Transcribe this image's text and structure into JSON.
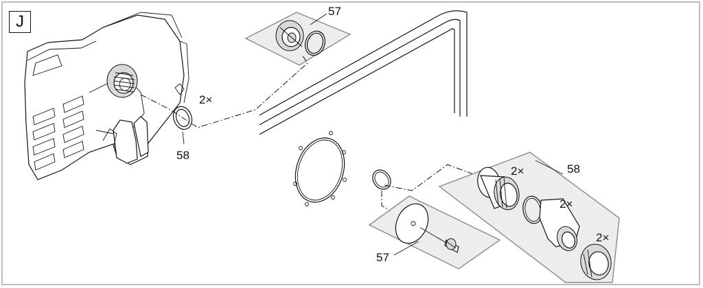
{
  "section_letter": "J",
  "callouts": {
    "top_seal_kit": "57",
    "left_ring": "58",
    "left_ring_qty": "2×",
    "right_kit": "58",
    "right_qty_a": "2×",
    "right_qty_b": "2×",
    "right_qty_c": "2×",
    "bottom_kit": "57"
  }
}
